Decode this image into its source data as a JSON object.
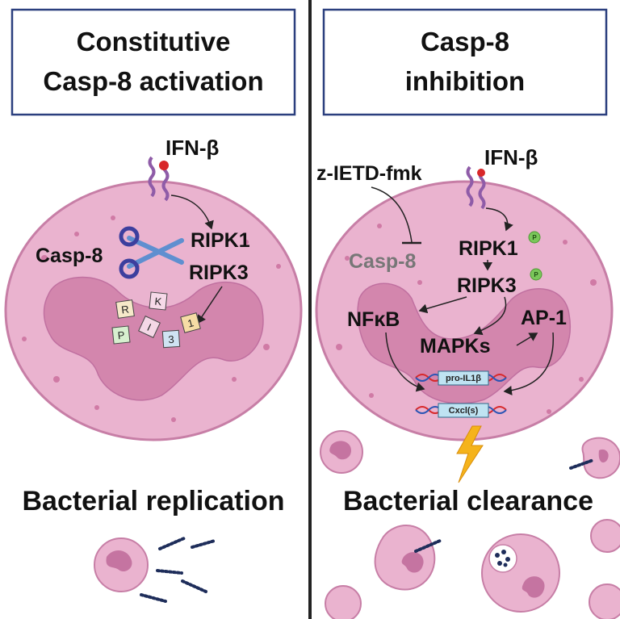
{
  "left_panel": {
    "title_line1": "Constitutive",
    "title_line2": "Casp-8 activation",
    "cytokine": "IFN-β",
    "casp8": "Casp-8",
    "ripk1": "RIPK1",
    "ripk3": "RIPK3",
    "fragments": [
      "R",
      "K",
      "P",
      "I",
      "3",
      "1"
    ],
    "outcome": "Bacterial replication"
  },
  "right_panel": {
    "title_line1": "Casp-8",
    "title_line2": "inhibition",
    "inhibitor": "z-IETD-fmk",
    "cytokine": "IFN-β",
    "casp8": "Casp-8",
    "ripk1": "RIPK1",
    "ripk3": "RIPK3",
    "phospho": "P",
    "nfkb": "NFκB",
    "ap1": "AP-1",
    "mapks": "MAPKs",
    "gene1": "pro-IL1β",
    "gene2": "Cxcl(s)",
    "outcome": "Bacterial clearance"
  },
  "colors": {
    "cell_fill": "#eab3cf",
    "cell_stroke": "#c77ea6",
    "nucleus": "#d386ad",
    "title_border": "#2b3f7e",
    "divider": "#222222",
    "greyed_text": "#777777",
    "phospho": "#7ac75a",
    "bolt": "#f5b31b",
    "bacteria": "#1e2d5a"
  }
}
